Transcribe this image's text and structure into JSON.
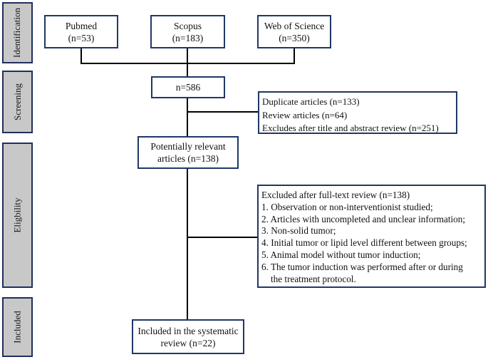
{
  "figure": {
    "type": "prisma-flow-diagram",
    "colors": {
      "box_border": "#1f3864",
      "stage_fill": "#c8c8c8",
      "connector": "#000000",
      "background": "#ffffff",
      "text": "#111111"
    }
  },
  "stages": [
    {
      "label": "Identification"
    },
    {
      "label": "Screening"
    },
    {
      "label": "Eligbility"
    },
    {
      "label": "Included"
    }
  ],
  "sources": [
    {
      "line1": "Pubmed",
      "line2": "(n=53)"
    },
    {
      "line1": "Scopus",
      "line2": "(n=183)"
    },
    {
      "line1": "Web of Science",
      "line2": "(n=350)"
    }
  ],
  "combined": {
    "label": "n=586"
  },
  "screening_exclusions": {
    "lines": [
      "Duplicate articles (n=133)",
      "Review articles (n=64)",
      "Excludes after title and abstract review (n=251)"
    ]
  },
  "potentially_relevant": {
    "line1": "Potentially relevant",
    "line2": "articles (n=138)"
  },
  "fulltext_exclusions": {
    "title": "Excluded after full-text review (n=138)",
    "lines": [
      "1. Observation or non-interventionist studied;",
      "2. Articles with uncompleted and unclear information;",
      "3. Non-solid tumor;",
      "4. Initial tumor or lipid level different between groups;",
      "5. Animal model without tumor induction;",
      "6. The tumor induction was performed after or during",
      "the treatment protocol."
    ]
  },
  "included": {
    "line1": "Included in the systematic",
    "line2": "review (n=22)"
  }
}
